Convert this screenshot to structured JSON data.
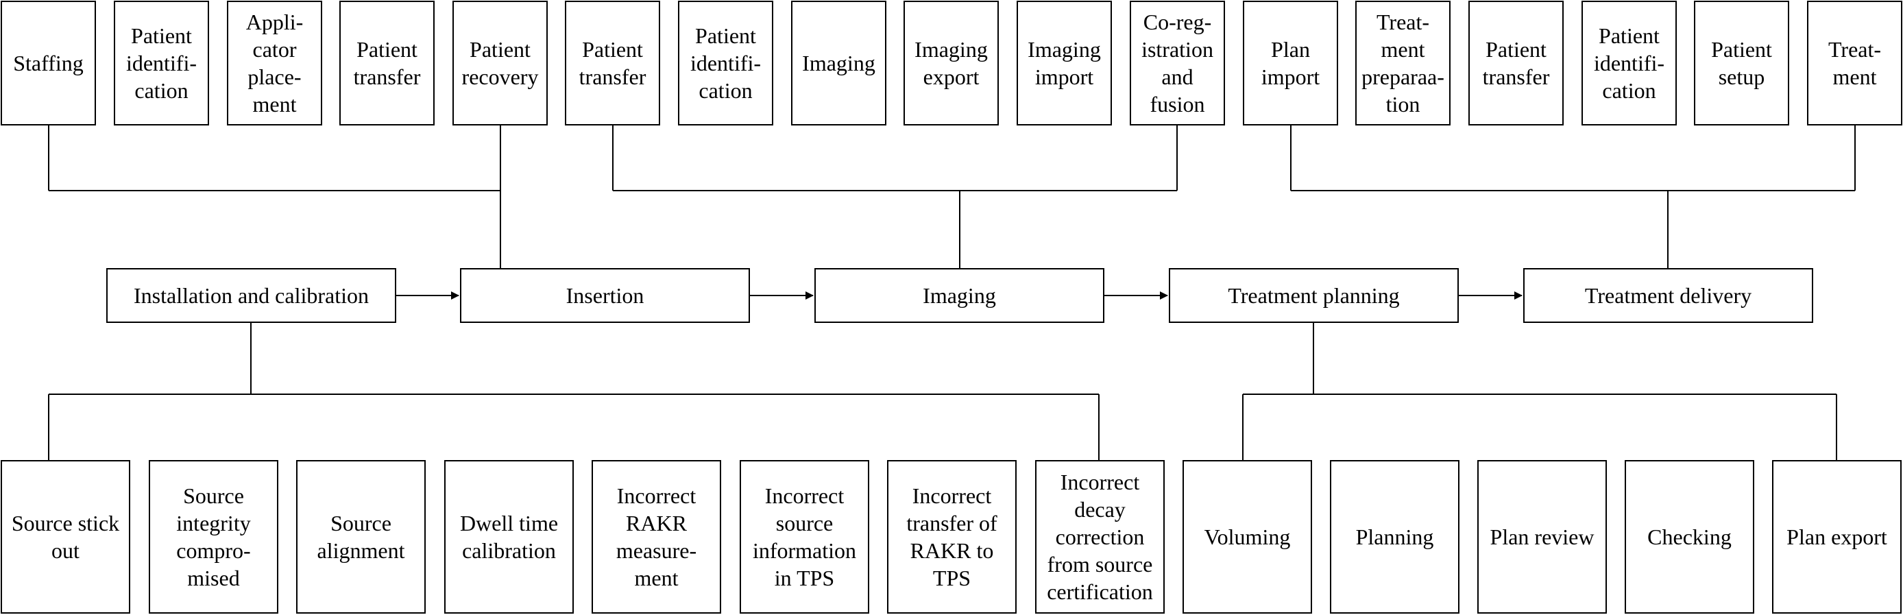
{
  "colors": {
    "stroke": "#000000",
    "background": "#ffffff"
  },
  "stages": [
    {
      "id": "installation",
      "label": "Installation and calibration"
    },
    {
      "id": "insertion",
      "label": "Insertion"
    },
    {
      "id": "imaging",
      "label": "Imaging"
    },
    {
      "id": "planning",
      "label": "Treatment planning"
    },
    {
      "id": "delivery",
      "label": "Treatment delivery"
    }
  ],
  "top_groups": [
    {
      "stage": "insertion",
      "items": [
        "Staffing",
        "Patient\nidentifi-\ncation",
        "Appli-\ncator\nplace-\nment",
        "Patient\ntransfer",
        "Patient\nrecovery"
      ]
    },
    {
      "stage": "imaging",
      "items": [
        "Patient\ntransfer",
        "Patient\nidentifi-\ncation",
        "Imaging",
        "Imaging\nexport",
        "Imaging\nimport",
        "Co-reg-\nistration\nand\nfusion"
      ]
    },
    {
      "stage": "delivery",
      "items": [
        "Plan\nimport",
        "Treat-\nment\npreparaa-\ntion",
        "Patient\ntransfer",
        "Patient\nidentifi-\ncation",
        "Patient\nsetup",
        "Treat-\nment"
      ]
    }
  ],
  "bottom_groups": [
    {
      "stage": "installation",
      "items": [
        "Source stick\nout",
        "Source\nintegrity\ncompro-\nmised",
        "Source\nalignment",
        "Dwell time\ncalibration",
        "Incorrect\nRAKR\nmeasure-\nment",
        "Incorrect\nsource\ninformation\nin TPS",
        "Incorrect\ntransfer of\nRAKR to\nTPS",
        "Incorrect\ndecay\ncorrection\nfrom source\ncertification"
      ]
    },
    {
      "stage": "planning",
      "items": [
        "Voluming",
        "Planning",
        "Plan review",
        "Checking",
        "Plan export"
      ]
    }
  ]
}
